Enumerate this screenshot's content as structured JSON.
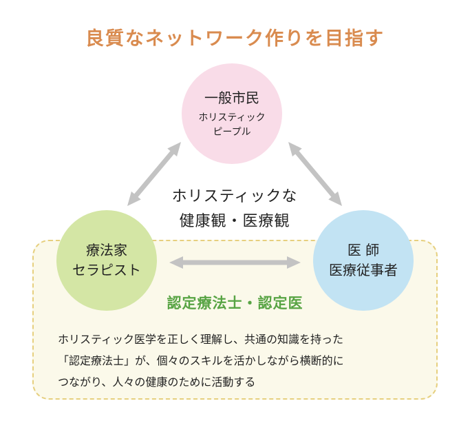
{
  "title": "良質なネットワーク作りを目指す",
  "nodes": {
    "top": {
      "label": "一般市民",
      "sublabel": "ホリスティック\nピープル"
    },
    "left": {
      "label": "療法家\nセラピスト"
    },
    "right": {
      "label": "医 師\n医療従事者"
    }
  },
  "center_text": "ホリスティックな\n健康観・医療観",
  "certified": "認定療法士・認定医",
  "description": "ホリスティック医学を正しく理解し、共通の知識を持った\n「認定療法士」が、個々のスキルを活かしながら横断的に\nつながり、人々の健康のために活動する",
  "colors": {
    "title": "#d98b4f",
    "certified": "#58a444",
    "arrow": "#c3c3c3",
    "top_circle": "#f9dce8",
    "left_circle": "#d4e6a5",
    "right_circle": "#c2e3f3",
    "box_fill": "#fbf9ea",
    "box_border": "#e6cf7e"
  }
}
